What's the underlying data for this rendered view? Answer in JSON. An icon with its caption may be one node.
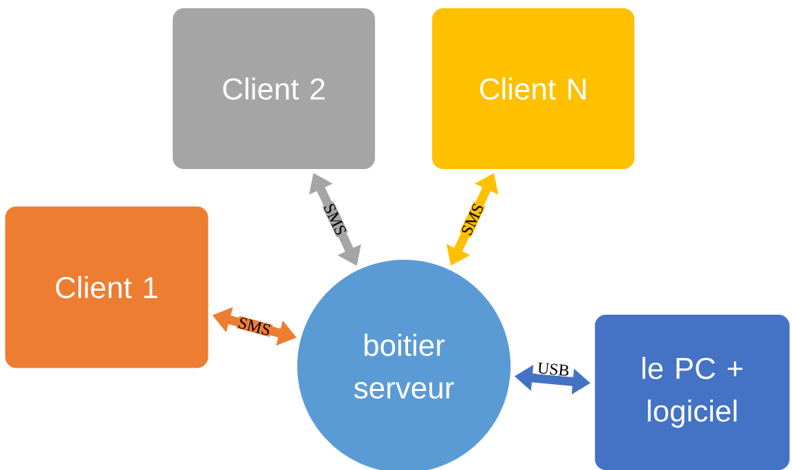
{
  "diagram": {
    "nodes": [
      {
        "text": [
          "Client 2"
        ]
      },
      {
        "text": [
          "Client N"
        ]
      },
      {
        "text": [
          "Client 1"
        ]
      },
      {
        "text": [
          "boitier serveur"
        ]
      },
      {
        "text": [
          "le PC + logiciel"
        ]
      }
    ],
    "edges": [
      {
        "from": 3,
        "to": 2,
        "arrow": "both",
        "label": "SMS",
        "color": "#ed7d31"
      },
      {
        "from": 3,
        "to": 0,
        "arrow": "both",
        "label": "SMS",
        "color": "#a5a5a5"
      },
      {
        "from": 3,
        "to": 1,
        "arrow": "both",
        "label": "SMS",
        "color": "#ffc000"
      },
      {
        "from": 3,
        "to": 4,
        "arrow": "both",
        "label": "USB",
        "color": "#4472c4"
      }
    ]
  }
}
